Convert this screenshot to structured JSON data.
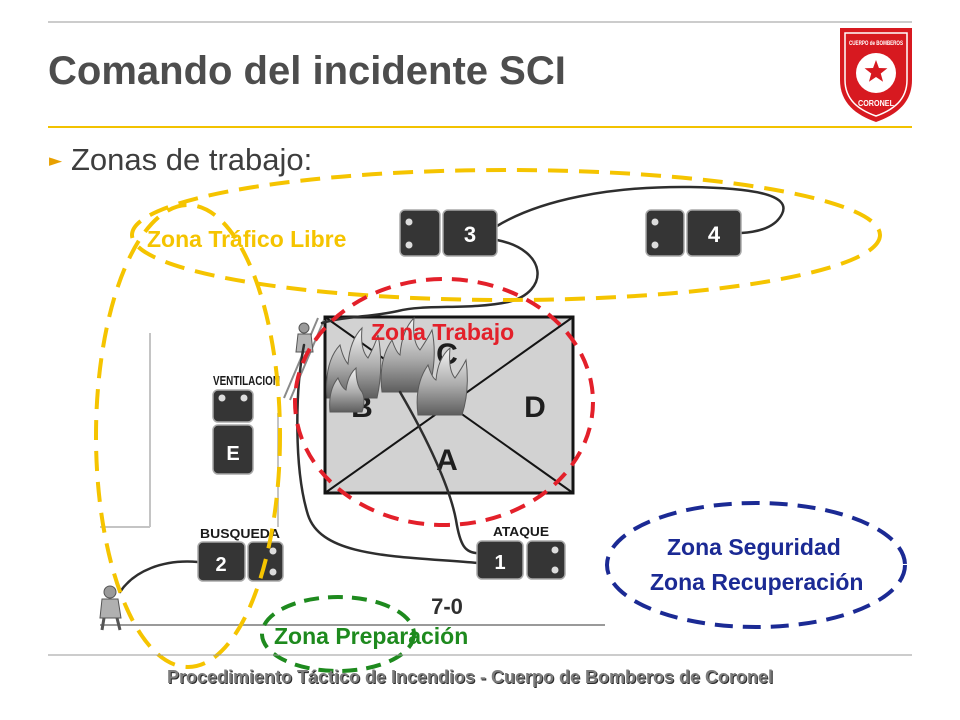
{
  "slide": {
    "title": "Comando del incidente SCI",
    "bullet_marker": "►",
    "bullet_text": "Zonas de trabajo:",
    "footer": "Procedimiento Táctico de Incendios - Cuerpo de Bomberos de Coronel"
  },
  "logo": {
    "top_text": "CUERPO de BOMBEROS",
    "bottom_text": "CORONEL"
  },
  "diagram": {
    "zones": {
      "trafico_libre": "Zona Tráfico Libre",
      "trabajo": "Zona Trabajo",
      "seguridad": "Zona Seguridad",
      "recuperacion": "Zona Recuperación",
      "preparacion": "Zona Preparación"
    },
    "building": {
      "side_c": "C",
      "side_b": "B",
      "side_d": "D",
      "side_a": "A"
    },
    "units": {
      "truck_3": "3",
      "truck_4": "4",
      "ventilacion": {
        "label": "VENTILACION",
        "id": "E"
      },
      "busqueda": {
        "label": "BUSQUEDA",
        "id": "2"
      },
      "ataque": {
        "label": "ATAQUE",
        "id": "1"
      }
    },
    "street_label": "7-0"
  },
  "icons": {
    "logo": "shield-star-icon",
    "fire": "fire-icon",
    "firefighter": "firefighter-icon",
    "truck_cab": "truck-cab-icon"
  },
  "colors": {
    "title": "#4d4d4d",
    "accent_line": "#f2c200",
    "bullet_marker": "#e8a000",
    "zona_trafico_libre": "#f5c400",
    "zona_trabajo": "#e3202a",
    "zona_preparacion": "#1e8a1e",
    "zona_seguridad": "#1b2a94",
    "logo_red": "#d71920"
  }
}
